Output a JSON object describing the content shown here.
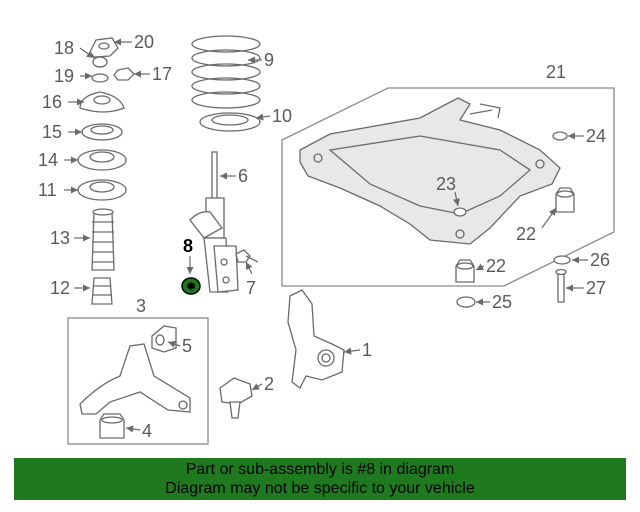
{
  "callouts": [
    "1",
    "2",
    "3",
    "4",
    "5",
    "6",
    "7",
    "8",
    "9",
    "10",
    "11",
    "12",
    "13",
    "14",
    "15",
    "16",
    "17",
    "18",
    "19",
    "20",
    "21",
    "22",
    "22",
    "23",
    "24",
    "25",
    "26",
    "27"
  ],
  "highlighted_part": "8",
  "banner": {
    "line1": "Part or sub-assembly is #8 in diagram",
    "line2": "Diagram may not be specific to your vehicle"
  },
  "colors": {
    "banner_bg": "#1f7a1f",
    "line": "#6a6a6a",
    "highlight_part": "#1a7a1a"
  }
}
